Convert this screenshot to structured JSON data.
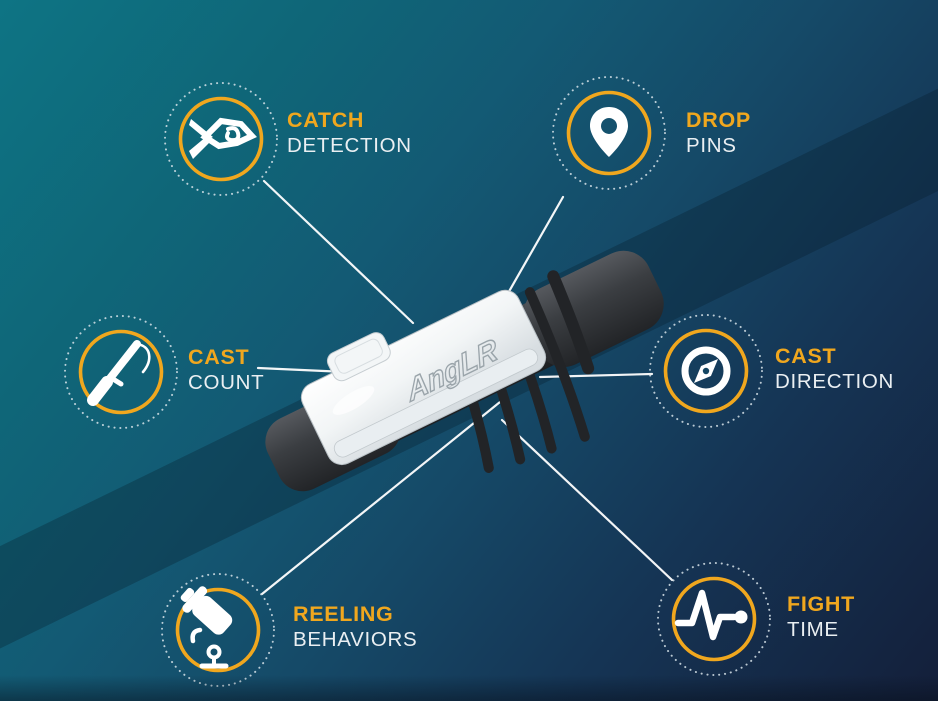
{
  "infographic": {
    "device_logo": "AngLR",
    "features": [
      {
        "id": "catch-detection",
        "title": "CATCH",
        "subtitle": "DETECTION",
        "icon": "fish-icon"
      },
      {
        "id": "drop-pins",
        "title": "DROP",
        "subtitle": "PINS",
        "icon": "map-pin-icon"
      },
      {
        "id": "cast-count",
        "title": "CAST",
        "subtitle": "COUNT",
        "icon": "fishing-rod-icon"
      },
      {
        "id": "cast-direction",
        "title": "CAST",
        "subtitle": "DIRECTION",
        "icon": "compass-icon"
      },
      {
        "id": "reeling-behaviors",
        "title": "REELING",
        "subtitle": "BEHAVIORS",
        "icon": "fishing-reel-icon"
      },
      {
        "id": "fight-time",
        "title": "FIGHT",
        "subtitle": "TIME",
        "icon": "pulse-icon"
      }
    ],
    "colors": {
      "accent_gold": "#F0A71E",
      "background_teal": "#0E7484",
      "background_navy": "#141F3A",
      "text_white": "#EAEFF2"
    }
  }
}
